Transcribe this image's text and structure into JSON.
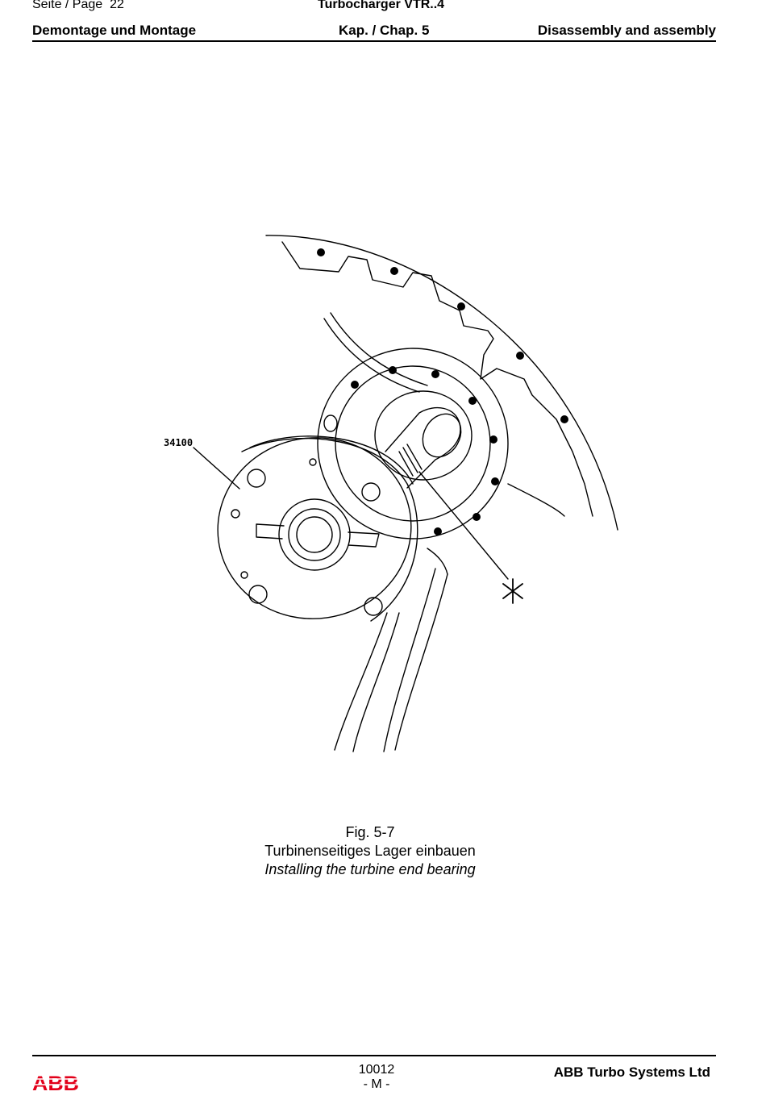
{
  "header": {
    "page_label": "Seite / Page",
    "page_number": "22",
    "title": "Turbocharger VTR..4",
    "section_de": "Demontage und Montage",
    "chapter": "Kap. / Chap. 5",
    "section_en": "Disassembly and assembly"
  },
  "figure": {
    "part_label": "34100",
    "number": "Fig. 5-7",
    "caption_de": "Turbinenseitiges Lager einbauen",
    "caption_en": "Installing the turbine end bearing"
  },
  "footer": {
    "logo_text": "ABB",
    "doc_number": "10012",
    "revision": "- M -",
    "company": "ABB Turbo Systems Ltd"
  },
  "colors": {
    "text": "#000000",
    "logo": "#e2001a"
  }
}
